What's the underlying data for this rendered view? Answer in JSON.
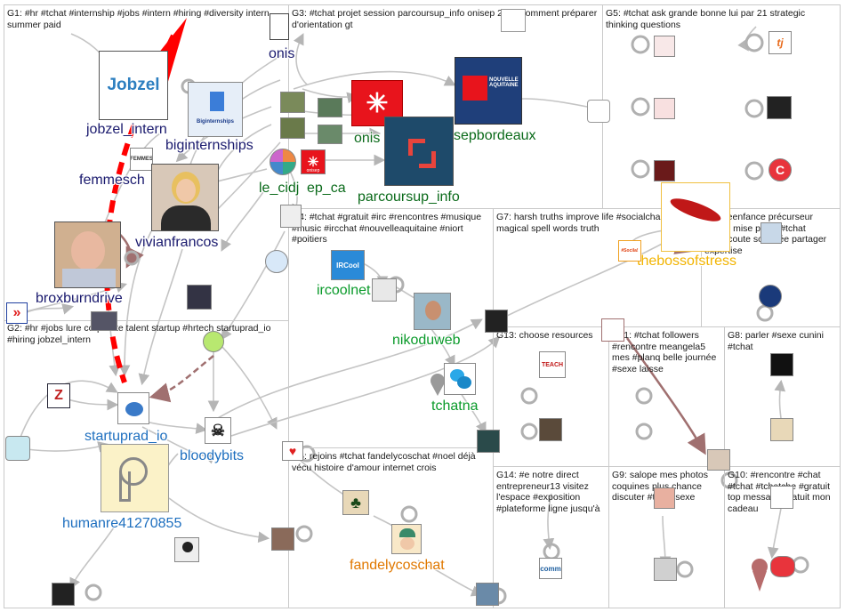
{
  "colors": {
    "edge": "#bdbdbd",
    "edge_dark": "#9a9a9a",
    "edge_red": "#ff0000",
    "edge_brown": "#a07070",
    "g1_label": "#1a1a6e",
    "g2_label": "#1e6fbf",
    "g3_label": "#0a6a1a",
    "g4_label": "#0a9a2a",
    "g6_label": "#e07800",
    "g12_label": "#f2b400"
  },
  "groups": [
    {
      "id": "G1",
      "label": "G1: #hr #tchat #internship #jobs #intern #hiring #diversity intern summer paid"
    },
    {
      "id": "G2",
      "label": "G2: #hr #jobs lure corporate talent startup #hrtech startuprad_io #hiring jobzel_intern"
    },
    {
      "id": "G3",
      "label": "G3: #tchat projet session parcoursup_info onisep 2021 comment préparer d'orientation gt"
    },
    {
      "id": "G4",
      "label": "G4: #tchat #gratuit #irc #rencontres #musique #music #ircchat #nouvelleaquitaine #niort #poitiers"
    },
    {
      "id": "G5",
      "label": "G5: #tchat ask grande bonne lui par 21 strategic thinking questions"
    },
    {
      "id": "G6",
      "label": "G6: rejoins #tchat fandelycoschat #noel déjà vécu histoire d'amour internet crois"
    },
    {
      "id": "G7",
      "label": "G7: harsh truths improve life #socialchange cast magical spell words truth"
    },
    {
      "id": "G8",
      "label": "G8: parler #sexe cunini #tchat"
    },
    {
      "id": "G9",
      "label": "G9: salope mes photos coquines plus chance discuter #tchat sexe"
    },
    {
      "id": "G10",
      "label": "G10: #rencontre #chat #tchat #tchatche #gratuit top message gratuit mon cadeau"
    },
    {
      "id": "G11",
      "label": "G11: #tchat followers #rencontre meangela5 mes #planq belle journée #sexe laisse"
    },
    {
      "id": "G12",
      "label": "G12: eenfance précurseur france mise place #tchat #netecoute sollicitée partager expertise"
    },
    {
      "id": "G13",
      "label": "G13: choose resources"
    },
    {
      "id": "G14",
      "label": "G14: #e notre direct entrepreneur13 visitez l'espace #exposition #plateforme ligne jusqu'à"
    }
  ],
  "nodes": {
    "jobzel_intern": "jobzel_intern",
    "jobzel_logo": "Jobzel",
    "biginternships": "biginternships",
    "biginternships_logo": "Biginternships",
    "femmesch": "femmesch",
    "femmes_logo": "FEMMES",
    "vivianfrancos": "vivianfrancos",
    "broxburndrive": "broxburndrive",
    "onis_top": "onis",
    "onis_mid": "onis",
    "sepbordeaux": "sepbordeaux",
    "sep_logo": "NOUVELLE AQUITAINE",
    "le_cidj": "le_cidj",
    "ep_ca": "ep_ca",
    "onisep_small": "onisep",
    "parcoursup_info": "parcoursup_info",
    "ircoolnet": "ircoolnet",
    "ircoolnet_logo": "IRCool",
    "nikoduweb": "nikoduweb",
    "tchatna": "tchatna",
    "startuprad_io": "startuprad_io",
    "bloodybits": "bloodybits",
    "humanre41270855": "humanre41270855",
    "fandelycoschat": "fandelycoschat",
    "thebossofstress": "thebossofstress",
    "teach_logo": "TEACH",
    "socila_logo": "#Socila!",
    "comm_logo": "comm",
    "tj_logo": "tj"
  }
}
